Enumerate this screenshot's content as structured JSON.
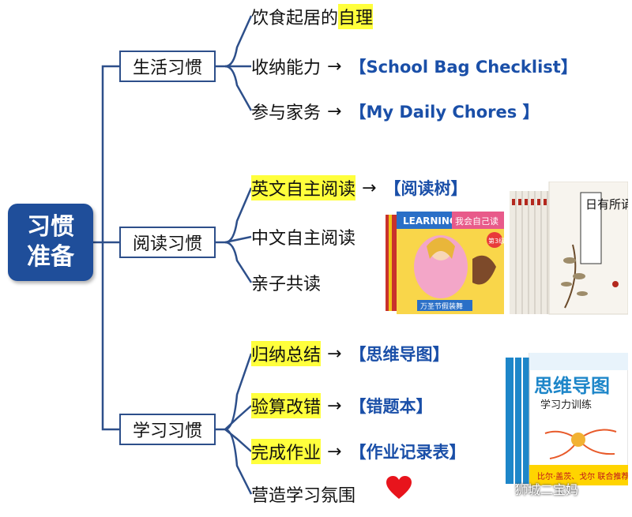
{
  "root": {
    "line1": "习惯",
    "line2": "准备"
  },
  "categories": [
    {
      "label": "生活习惯"
    },
    {
      "label": "阅读习惯"
    },
    {
      "label": "学习习惯"
    }
  ],
  "life": {
    "item1_text": "饮食起居的",
    "item1_highlight": "自理",
    "item2_text": "收纳能力",
    "item2_link": "【School Bag Checklist】",
    "item3_text": "参与家务",
    "item3_link": "【My Daily Chores 】"
  },
  "reading": {
    "item1_text": "英文自主阅读",
    "item1_link": "【阅读树】",
    "item2_text": "中文自主阅读",
    "item3_text": "亲子共读"
  },
  "study": {
    "item1_text": "归纳总结",
    "item1_link": "【思维导图】",
    "item2_text": "验算改错",
    "item2_link": "【错题本】",
    "item3_text": "完成作业",
    "item3_link": "【作业记录表】",
    "item4_text": "营造学习氛围"
  },
  "arrow_glyph": "→",
  "books": {
    "learning_title": "LEARNING",
    "learning_subtitle": "我会自己读",
    "learning_badge": "第3级",
    "learning_caption": "万圣节假装舞",
    "classic_title": "日有所诵",
    "mindmap_title": "思维导图",
    "mindmap_subtitle": "学习力训练",
    "mindmap_banner": "比尔·盖茨、戈尔 联合推荐"
  },
  "watermark": "狮城二宝妈",
  "colors": {
    "root_bg": "#1f4e9a",
    "line": "#2d4f8a",
    "highlight": "#ffff3c",
    "link": "#1a4fa8",
    "heart": "#e8141c"
  }
}
